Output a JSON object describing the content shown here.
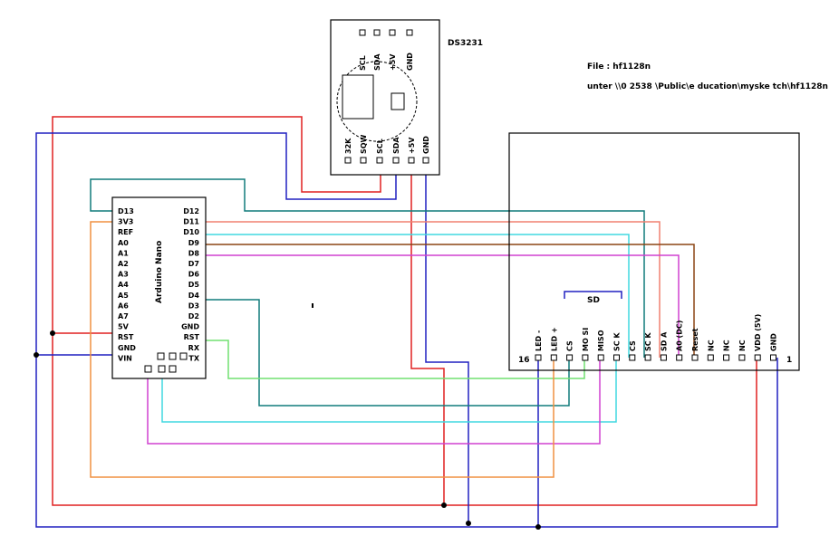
{
  "rtc": {
    "title": "DS3231",
    "top_pins": [
      "SCL",
      "SDA",
      "+5V",
      "GND"
    ],
    "bottom_pins": [
      "32K",
      "SQW",
      "SCL",
      "SDA",
      "+5V",
      "GND"
    ]
  },
  "file_note": {
    "file": "File : hf1128n",
    "path": "unter \\\\0 2538 \\Public\\e ducation\\myske tch\\hf1128n"
  },
  "nano": {
    "name": "Arduino Nano",
    "left_pins": [
      "D13",
      "3V3",
      "REF",
      "A0",
      "A1",
      "A2",
      "A3",
      "A4",
      "A5",
      "A6",
      "A7",
      "5V",
      "RST",
      "GND",
      "VIN"
    ],
    "right_pins": [
      "D12",
      "D11",
      "D10",
      "D9",
      "D8",
      "D7",
      "D6",
      "D5",
      "D4",
      "D3",
      "D2",
      "GND",
      "RST",
      "RX",
      "TX"
    ]
  },
  "tft": {
    "sd_label": "SD",
    "pin_start": "16",
    "pin_end": "1",
    "pins": [
      "LED -",
      "LED +",
      "CS",
      "MO SI",
      "MISO",
      "SC K",
      "CS",
      "SC K",
      "SD A",
      "A0 (DC)",
      "Reset",
      "NC",
      "NC",
      "NC",
      "VDD (5V)",
      "GND"
    ]
  },
  "colors": {
    "red": "#e02020",
    "blue": "#2020c0",
    "teal": "#107c7c",
    "salmon": "#f08070",
    "cyan": "#40d8e0",
    "brown": "#8b4513",
    "magenta": "#d040d0",
    "green": "#70e070",
    "orange": "#f09040",
    "darkred": "#c01010"
  }
}
